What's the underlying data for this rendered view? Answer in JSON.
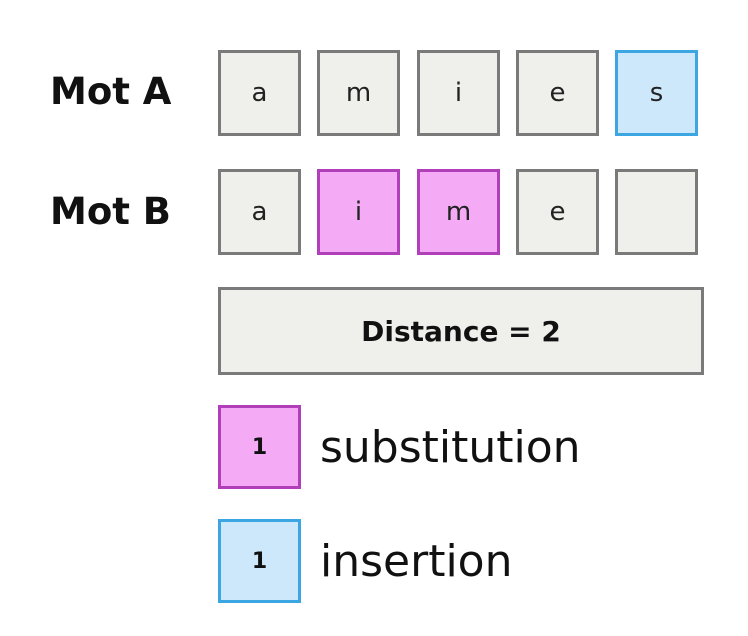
{
  "word_a": {
    "label": "Mot A",
    "letters": [
      "a",
      "m",
      "i",
      "e",
      "s"
    ],
    "states": [
      "match",
      "match",
      "match",
      "match",
      "insertion"
    ]
  },
  "word_b": {
    "label": "Mot B",
    "letters": [
      "a",
      "i",
      "m",
      "e",
      ""
    ],
    "states": [
      "match",
      "substitution",
      "substitution",
      "match",
      "empty"
    ]
  },
  "distance": {
    "label": "Distance = 2"
  },
  "legend": [
    {
      "count": "1",
      "label": "substitution",
      "kind": "substitution"
    },
    {
      "count": "1",
      "label": "insertion",
      "kind": "insertion"
    }
  ],
  "colors": {
    "match_fill": "#eff0ec",
    "match_border": "#7a7a7a",
    "substitution_fill": "#f5aaf5",
    "substitution_border": "#b23fba",
    "insertion_fill": "#cde8fa",
    "insertion_border": "#3ca6e2"
  }
}
